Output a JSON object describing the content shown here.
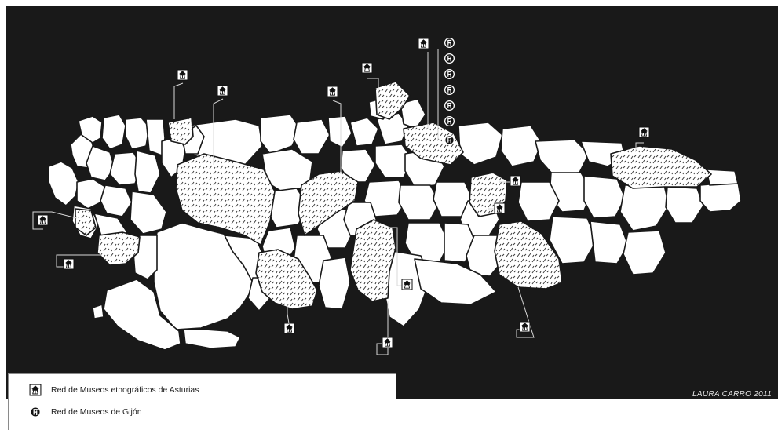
{
  "map": {
    "credit": "LAURA CARRO 2011",
    "colors": {
      "background": "#191919",
      "region_fill": "#ffffff",
      "highlight_pattern": "#3a3a3a",
      "leader_line": "#d8d8d8"
    },
    "icons": {
      "ethnographic": "ethnographic-museum-icon",
      "gijon": "gijon-museum-icon"
    }
  },
  "legend": {
    "items": [
      {
        "icon": "ethnographic-museum-icon",
        "label": "Red de Museos etnográficos de Asturias"
      },
      {
        "icon": "gijon-museum-icon",
        "label": "Red de Museos de Gijón"
      }
    ]
  }
}
